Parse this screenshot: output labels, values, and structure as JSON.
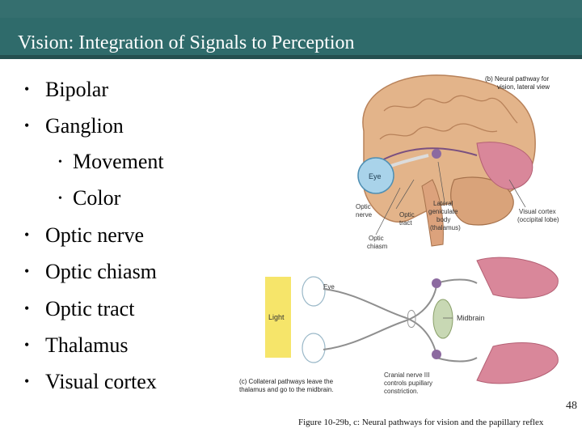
{
  "slide": {
    "title": "Vision: Integration of Signals to Perception",
    "page_number": "48",
    "caption": "Figure 10-29b, c: Neural pathways for vision and the papillary reflex"
  },
  "bullets": [
    {
      "label": "Bipolar",
      "level": 1
    },
    {
      "label": "Ganglion",
      "level": 1
    },
    {
      "label": "Movement",
      "level": 2
    },
    {
      "label": "Color",
      "level": 2
    },
    {
      "label": "Optic nerve",
      "level": 1
    },
    {
      "label": "Optic chiasm",
      "level": 1
    },
    {
      "label": "Optic tract",
      "level": 1
    },
    {
      "label": "Thalamus",
      "level": 1
    },
    {
      "label": "Visual cortex",
      "level": 1
    }
  ],
  "figure": {
    "panel_b_title_line1": "(b) Neural pathway for",
    "panel_b_title_line2": "vision, lateral view",
    "eye_top": "Eye",
    "optic_nerve_line1": "Optic",
    "optic_nerve_line2": "nerve",
    "optic_tract_line1": "Optic",
    "optic_tract_line2": "tract",
    "lgb_line1": "Lateral",
    "lgb_line2": "geniculate",
    "lgb_line3": "body",
    "lgb_line4": "(thalamus)",
    "visual_cortex_line1": "Visual cortex",
    "visual_cortex_line2": "(occipital lobe)",
    "optic_chiasm_line1": "Optic",
    "optic_chiasm_line2": "chiasm",
    "eye_bottom": "Eye",
    "light": "Light",
    "midbrain": "Midbrain",
    "cn3_line1": "Cranial nerve III",
    "cn3_line2": "controls pupillary",
    "cn3_line3": "constriction.",
    "panel_c_line1": "(c) Collateral pathways leave the",
    "panel_c_line2": "thalamus and go to the midbrain."
  },
  "colors": {
    "title_bar": "#2f6b6b",
    "brain_tan": "#e3b48a",
    "cortex_pink": "#d9879a",
    "light_yellow": "#f6e56a",
    "eye_blue": "#a9d3ea"
  }
}
